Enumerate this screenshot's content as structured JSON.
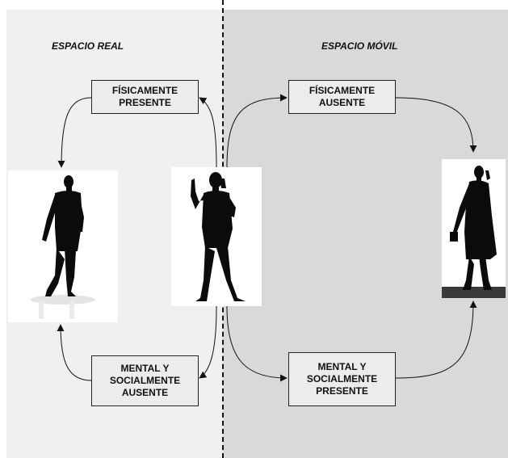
{
  "headings": {
    "left": "ESPACIO REAL",
    "right": "ESPACIO MÓVIL"
  },
  "boxes": {
    "real_top": {
      "line1": "FÍSICAMENTE",
      "line2": "PRESENTE"
    },
    "real_bottom": {
      "line1": "MENTAL Y",
      "line2": "SOCIALMENTE",
      "line3": "AUSENTE"
    },
    "mobile_top": {
      "line1": "FÍSICAMENTE",
      "line2": "AUSENTE"
    },
    "mobile_bottom": {
      "line1": "MENTAL Y",
      "line2": "SOCIALMENTE",
      "line3": "PRESENTE"
    }
  },
  "figures": {
    "left": "standing-man-silhouette",
    "center": "man-on-phone-silhouette",
    "right": "walking-man-on-phone-silhouette"
  },
  "colors": {
    "left_panel": "#f0f0f0",
    "right_panel": "#d9d9d9",
    "box_fill": "#ececec",
    "ink": "#111111"
  }
}
